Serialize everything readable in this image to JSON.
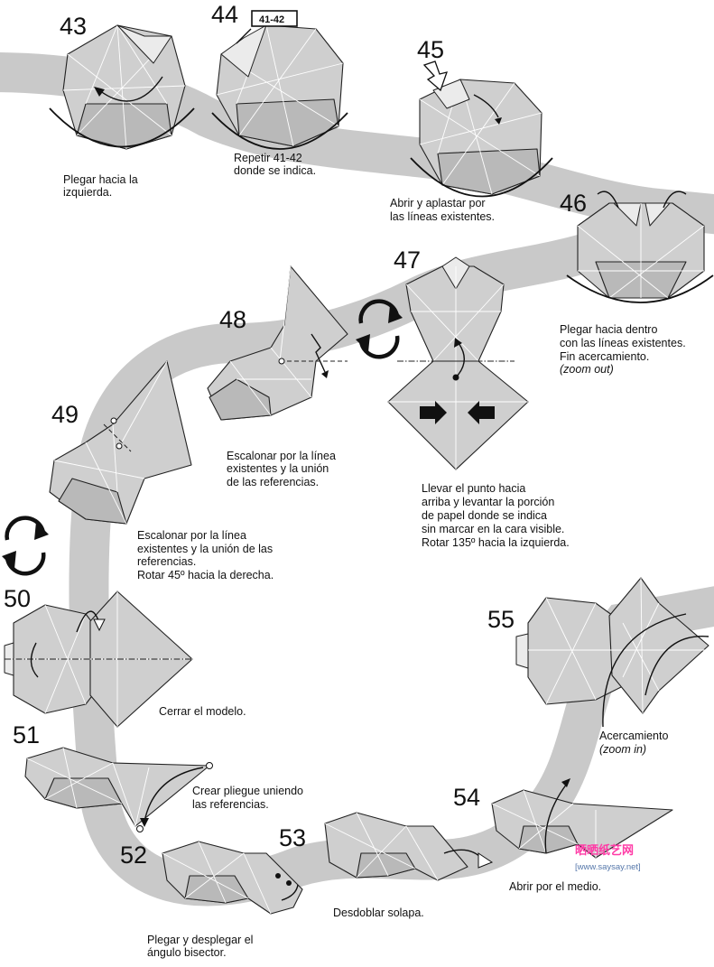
{
  "steps": [
    {
      "number": "43",
      "caption_lines": [
        "Plegar hacia la",
        "izquierda."
      ]
    },
    {
      "number": "44",
      "reference": "41-42",
      "caption_lines": [
        "Repetir 41-42",
        "donde se indica."
      ]
    },
    {
      "number": "45",
      "caption_lines": [
        "Abrir y aplastar por",
        "las líneas existentes."
      ]
    },
    {
      "number": "46",
      "caption_lines": [
        "Plegar hacia dentro",
        "con las líneas existentes.",
        "Fin acercamiento."
      ],
      "caption_italic": "(zoom out)"
    },
    {
      "number": "47",
      "caption_lines": [
        "Llevar el punto hacia",
        "arriba y levantar la porción",
        "de papel donde se indica",
        "sin marcar en la cara visible.",
        "Rotar 135º hacia la izquierda."
      ]
    },
    {
      "number": "48",
      "caption_lines": [
        "Escalonar por la línea",
        "existentes y la unión",
        "de las referencias."
      ]
    },
    {
      "number": "49",
      "caption_lines": [
        "Escalonar por la línea",
        "existentes y la unión de las",
        "referencias.",
        "Rotar 45º hacia la derecha."
      ]
    },
    {
      "number": "50",
      "caption_lines": [
        "Cerrar el modelo."
      ]
    },
    {
      "number": "51",
      "caption_lines": [
        "Crear pliegue uniendo",
        "las referencias."
      ]
    },
    {
      "number": "52",
      "caption_lines": [
        "Plegar y desplegar el",
        "ángulo bisector."
      ]
    },
    {
      "number": "53",
      "caption_lines": [
        "Desdoblar solapa."
      ]
    },
    {
      "number": "54",
      "caption_lines": [
        "Abrir por el medio."
      ]
    },
    {
      "number": "55",
      "caption_lines": [
        "Acercamiento"
      ],
      "caption_italic": "(zoom in)"
    }
  ],
  "watermark": {
    "brand": "晒晒纸艺网",
    "url": "[www.saysay.net]"
  },
  "colors": {
    "band": "#c9c9c9",
    "paper": "#cfcfcf",
    "paper_dark": "#b9b9b9",
    "line": "#222222",
    "watermark_pink": "#ff3ba6",
    "watermark_blue": "#4a6fd8"
  }
}
